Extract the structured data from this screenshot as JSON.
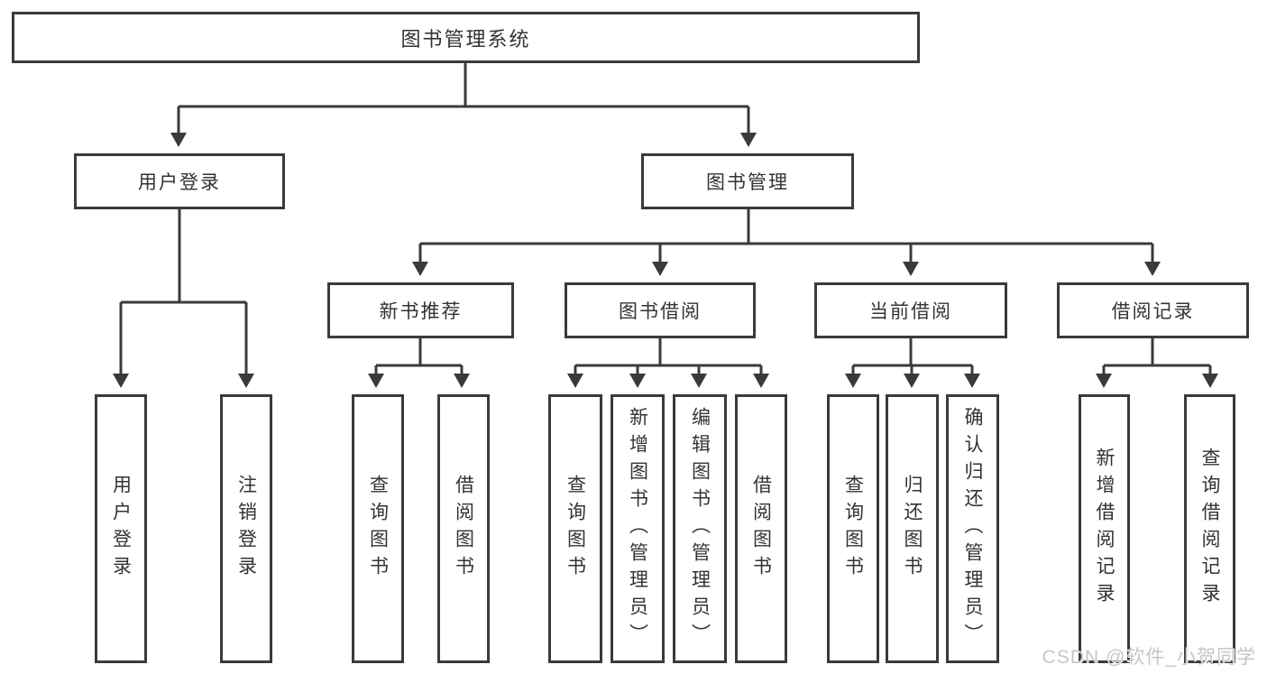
{
  "diagram": {
    "title": "图书管理系统",
    "root": {
      "label": "图书管理系统"
    },
    "level2": [
      {
        "id": "user-login",
        "label": "用户登录"
      },
      {
        "id": "book-management",
        "label": "图书管理"
      }
    ],
    "level3": [
      {
        "id": "new-book-recommend",
        "parent": "图书管理",
        "label": "新书推荐"
      },
      {
        "id": "book-borrow",
        "parent": "图书管理",
        "label": "图书借阅"
      },
      {
        "id": "current-borrow",
        "parent": "图书管理",
        "label": "当前借阅"
      },
      {
        "id": "borrow-records",
        "parent": "图书管理",
        "label": "借阅记录"
      }
    ],
    "leaves": [
      {
        "parent": "用户登录",
        "label": "用户登录"
      },
      {
        "parent": "用户登录",
        "label": "注销登录"
      },
      {
        "parent": "新书推荐",
        "label": "查询图书"
      },
      {
        "parent": "新书推荐",
        "label": "借阅图书"
      },
      {
        "parent": "图书借阅",
        "label": "查询图书"
      },
      {
        "parent": "图书借阅",
        "label": "新增图书（管理员）"
      },
      {
        "parent": "图书借阅",
        "label": "编辑图书（管理员）"
      },
      {
        "parent": "图书借阅",
        "label": "借阅图书"
      },
      {
        "parent": "当前借阅",
        "label": "查询图书"
      },
      {
        "parent": "当前借阅",
        "label": "归还图书"
      },
      {
        "parent": "当前借阅",
        "label": "确认归还（管理员）"
      },
      {
        "parent": "借阅记录",
        "label": "新增借阅记录"
      },
      {
        "parent": "借阅记录",
        "label": "查询借阅记录"
      }
    ],
    "colors": {
      "line": "#3a3a3a",
      "text": "#333333",
      "background": "#ffffff",
      "watermark": "#c6c6c6"
    }
  },
  "watermark": {
    "text": "CSDN @软件_小贺同学"
  }
}
